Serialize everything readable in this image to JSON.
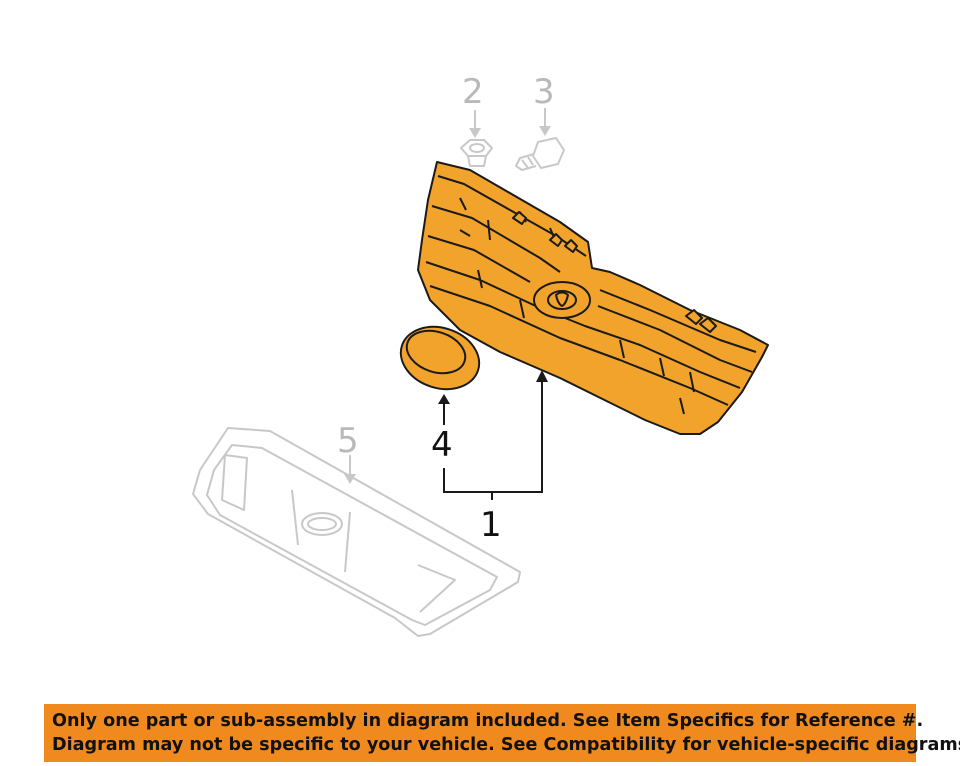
{
  "diagram": {
    "callouts": {
      "c1": "1",
      "c2": "2",
      "c3": "3",
      "c4": "4",
      "c5": "5"
    },
    "colors": {
      "part_fill": "#f2a32c",
      "part_stroke": "#1a1a1a",
      "faded_stroke": "#c8c8c8",
      "faded_text": "#b9b9b9"
    },
    "parts": [
      {
        "callout": "1",
        "icon": "grille-assembly-icon",
        "highlighted": true
      },
      {
        "callout": "2",
        "icon": "clip-icon",
        "highlighted": false
      },
      {
        "callout": "3",
        "icon": "screw-icon",
        "highlighted": false
      },
      {
        "callout": "4",
        "icon": "emblem-icon",
        "highlighted": true
      },
      {
        "callout": "5",
        "icon": "grille-surround-icon",
        "highlighted": false
      }
    ]
  },
  "banner": {
    "line1": "Only one part or sub-assembly in diagram included. See Item Specifics for Reference #.",
    "line2": "Diagram may not be specific to your vehicle. See Compatibility for vehicle-specific diagrams.",
    "background": "#f08a1e"
  }
}
